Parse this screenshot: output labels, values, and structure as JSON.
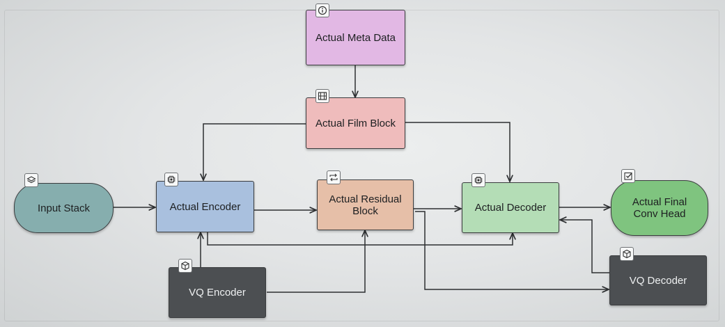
{
  "nodes": {
    "meta": {
      "label": "Actual Meta Data",
      "color": "#e2b8e4",
      "icon": "info-icon"
    },
    "film": {
      "label": "Actual Film Block",
      "color": "#efbcbc",
      "icon": "film-icon"
    },
    "input": {
      "label": "Input Stack",
      "color": "#86aeae",
      "icon": "layers-icon"
    },
    "encoder": {
      "label": "Actual Encoder",
      "color": "#a9c0de",
      "icon": "chip-icon"
    },
    "residual": {
      "label": "Actual Residual Block",
      "color": "#e6bfa8",
      "icon": "repeat-icon"
    },
    "decoder": {
      "label": "Actual Decoder",
      "color": "#b4ddb6",
      "icon": "chip-icon"
    },
    "head": {
      "label": "Actual Final Conv Head",
      "color": "#7fc47f",
      "icon": "checkbox-icon"
    },
    "vq_encoder": {
      "label": "VQ Encoder",
      "color": "#4c4f52",
      "icon": "cube-icon"
    },
    "vq_decoder": {
      "label": "VQ Decoder",
      "color": "#4c4f52",
      "icon": "cube-icon"
    }
  }
}
